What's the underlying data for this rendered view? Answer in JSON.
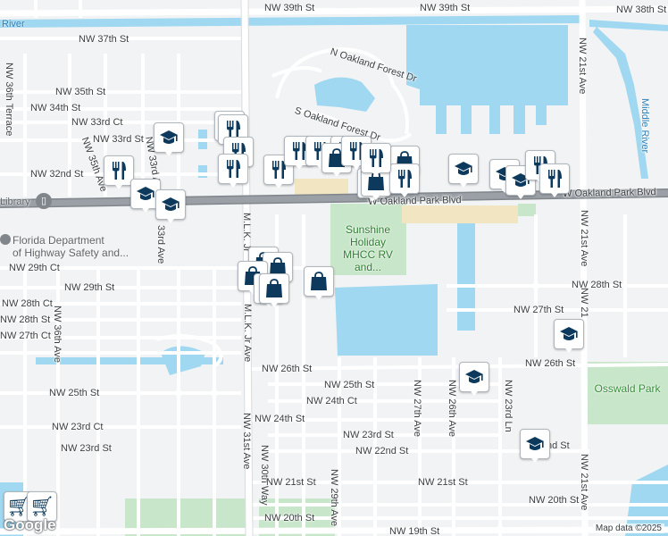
{
  "streets": [
    {
      "id": "nw-39th-st-1",
      "text": "NW 39th St"
    },
    {
      "id": "nw-39th-st-2",
      "text": "NW 39th St"
    },
    {
      "id": "nw-38th-st",
      "text": "NW 38th St"
    },
    {
      "id": "nw-37th-st",
      "text": "NW 37th St"
    },
    {
      "id": "nw-36th-terrace",
      "text": "NW 36th Terrace"
    },
    {
      "id": "nw-35th-st",
      "text": "NW 35th St"
    },
    {
      "id": "nw-34th-st",
      "text": "NW 34th St"
    },
    {
      "id": "nw-33rd-ct",
      "text": "NW 33rd Ct"
    },
    {
      "id": "nw-33rd-st",
      "text": "NW 33rd St"
    },
    {
      "id": "nw-35th-ave",
      "text": "NW 35th Ave"
    },
    {
      "id": "nw-33rd-ave",
      "text": "NW 33rd Ave"
    },
    {
      "id": "33rd-ave",
      "text": "33rd Ave"
    },
    {
      "id": "nw-32nd-st",
      "text": "NW 32nd St"
    },
    {
      "id": "n-oakland-forest-dr",
      "text": "N Oakland Forest Dr"
    },
    {
      "id": "s-oakland-forest-dr",
      "text": "S Oakland Forest Dr"
    },
    {
      "id": "nw-21st-ave-top",
      "text": "NW 21st Ave"
    },
    {
      "id": "w-oakland-park-blvd-1",
      "text": "W Oakland Park Blvd"
    },
    {
      "id": "w-oakland-park-blvd-2",
      "text": "W Oakland Park Blvd"
    },
    {
      "id": "mlk-jr-top",
      "text": "M.L.K. Jr"
    },
    {
      "id": "nw-29th-ct",
      "text": "NW 29th Ct"
    },
    {
      "id": "nw-29th-st",
      "text": "NW 29th St"
    },
    {
      "id": "nw-28th-ct",
      "text": "NW 28th Ct"
    },
    {
      "id": "nw-28th-st-w",
      "text": "NW 28th St"
    },
    {
      "id": "nw-28th-st-e",
      "text": "NW 28th St"
    },
    {
      "id": "nw-36th-ave",
      "text": "NW 36th Ave"
    },
    {
      "id": "nw-27th-ct",
      "text": "NW 27th Ct"
    },
    {
      "id": "nw-27th-st",
      "text": "NW 27th St"
    },
    {
      "id": "nw-21st-ave-mid",
      "text": "NW 21st Ave"
    },
    {
      "id": "nw-21-short",
      "text": "NW 21"
    },
    {
      "id": "mlk-jr-ave",
      "text": "M.L.K. Jr Ave"
    },
    {
      "id": "nw-26th-st-w",
      "text": "NW 26th St"
    },
    {
      "id": "nw-26th-st-e",
      "text": "NW 26th St"
    },
    {
      "id": "nw-25th-st-w",
      "text": "NW 25th St"
    },
    {
      "id": "nw-25th-st-e",
      "text": "NW 25th St"
    },
    {
      "id": "nw-24th-ct",
      "text": "NW 24th Ct"
    },
    {
      "id": "nw-24th-st",
      "text": "NW 24th St"
    },
    {
      "id": "nw-27th-ave",
      "text": "NW 27th Ave"
    },
    {
      "id": "nw-26th-ave",
      "text": "NW 26th Ave"
    },
    {
      "id": "nw-23rd-ln",
      "text": "NW 23rd Ln"
    },
    {
      "id": "nw-23rd-ct",
      "text": "NW 23rd Ct"
    },
    {
      "id": "nw-23rd-st-w",
      "text": "NW 23rd St"
    },
    {
      "id": "nw-23rd-st-e",
      "text": "NW 23rd St"
    },
    {
      "id": "nw-22nd-st",
      "text": "NW 22nd St"
    },
    {
      "id": "nd-st",
      "text": "nd St"
    },
    {
      "id": "nw-31st-ave",
      "text": "NW 31st Ave"
    },
    {
      "id": "nw-30th-way",
      "text": "NW 30th Way"
    },
    {
      "id": "nw-29th-ave",
      "text": "NW 29th Ave"
    },
    {
      "id": "nw-21st-st-w",
      "text": "NW 21st St"
    },
    {
      "id": "nw-21st-st-e",
      "text": "NW 21st St"
    },
    {
      "id": "nw-21st-ave-bot",
      "text": "NW 21st Ave"
    },
    {
      "id": "nw-20th-st-e",
      "text": "NW 20th St"
    },
    {
      "id": "nw-20th-st-w",
      "text": "NW 20th St"
    },
    {
      "id": "nw-19th-st",
      "text": "NW 19th St"
    },
    {
      "id": "middle-river",
      "text": "Middle River"
    }
  ],
  "places": {
    "library": "Library",
    "fl_dept_line1": "Florida Department",
    "fl_dept_line2": "of Highway Safety and...",
    "sunshine_line1": "Sunshine",
    "sunshine_line2": "Holiday",
    "sunshine_line3": "MHCC RV",
    "sunshine_line4": "and...",
    "osswald_park": "Osswald Park",
    "river": "River"
  },
  "markers": [
    {
      "type": "school"
    },
    {
      "type": "restaurant"
    },
    {
      "type": "restaurant"
    },
    {
      "type": "restaurant"
    },
    {
      "type": "restaurant"
    },
    {
      "type": "restaurant"
    },
    {
      "type": "restaurant"
    },
    {
      "type": "restaurant"
    },
    {
      "type": "restaurant"
    },
    {
      "type": "restaurant"
    },
    {
      "type": "shopping"
    },
    {
      "type": "shopping"
    },
    {
      "type": "shopping"
    },
    {
      "type": "shopping"
    },
    {
      "type": "school"
    },
    {
      "type": "school"
    },
    {
      "type": "school"
    },
    {
      "type": "restaurant"
    },
    {
      "type": "restaurant"
    },
    {
      "type": "school"
    },
    {
      "type": "school"
    },
    {
      "type": "restaurant"
    },
    {
      "type": "restaurant"
    },
    {
      "type": "shopping"
    },
    {
      "type": "shopping"
    },
    {
      "type": "shopping"
    },
    {
      "type": "shopping"
    },
    {
      "type": "school"
    },
    {
      "type": "school"
    },
    {
      "type": "school"
    },
    {
      "type": "shopping"
    },
    {
      "type": "shopping"
    },
    {
      "type": "restaurant"
    }
  ],
  "icon_colors": {
    "marker": "#0d3a5c",
    "water": "#9fd8f0",
    "park": "#c8e6c9",
    "blvd": "#80868b"
  },
  "attribution": "Map data ©2025",
  "logo": "Google"
}
